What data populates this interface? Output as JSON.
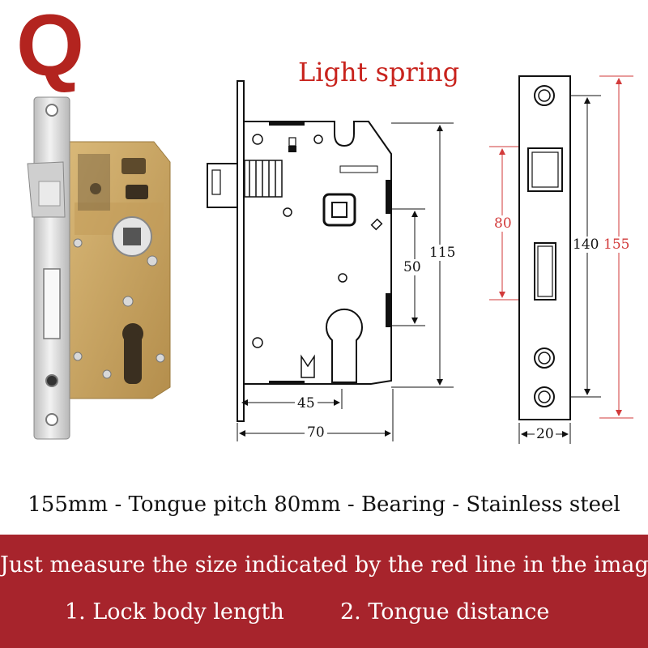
{
  "logo": {
    "letter": "Q",
    "color": "#b3241f"
  },
  "title": "Light spring",
  "dimensions": {
    "body_width": "70",
    "backset": "45",
    "body_height": "115",
    "handle_to_cylinder": "50",
    "tongue_pitch": "80",
    "faceplate_inner": "140",
    "faceplate_length": "155",
    "faceplate_width": "20"
  },
  "spec_line": "155mm - Tongue pitch 80mm - Bearing - Stainless steel",
  "banner": {
    "headline": "Just measure the size indicated by the red line in the image",
    "items": [
      "1. Lock body length",
      "2. Tongue distance"
    ],
    "color": "#a7242c"
  },
  "colors": {
    "highlight": "#d23a3a",
    "brass": "#c9a560",
    "steel": "#dcdcdc"
  }
}
